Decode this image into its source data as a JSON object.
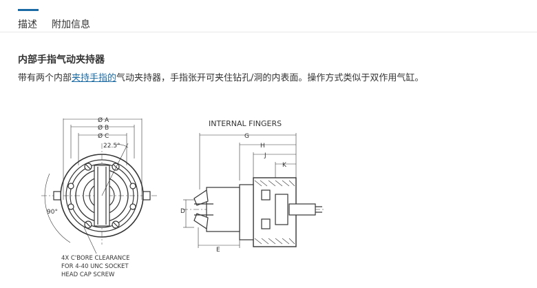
{
  "tabs": [
    {
      "label": "描述",
      "active": true
    },
    {
      "label": "附加信息",
      "active": false
    }
  ],
  "section": {
    "heading": "内部手指气动夹持器",
    "desc_before": "带有两个内部",
    "desc_link": "夹持手指的",
    "desc_after": "气动夹持器，手指张开可夹住钻孔/洞的内表面。操作方式类似于双作用气缸。"
  },
  "drawing": {
    "title": "INTERNAL FINGERS",
    "dims_left": [
      "Ø A",
      "Ø B",
      "Ø C"
    ],
    "angle_small": "22.5°",
    "angle_large": "90°",
    "dims_right": [
      "G",
      "H",
      "J",
      "K",
      "D",
      "E"
    ],
    "note_lines": [
      "4X C'BORE CLEARANCE",
      "FOR 4-40 UNC SOCKET",
      "HEAD CAP SCREW"
    ]
  }
}
